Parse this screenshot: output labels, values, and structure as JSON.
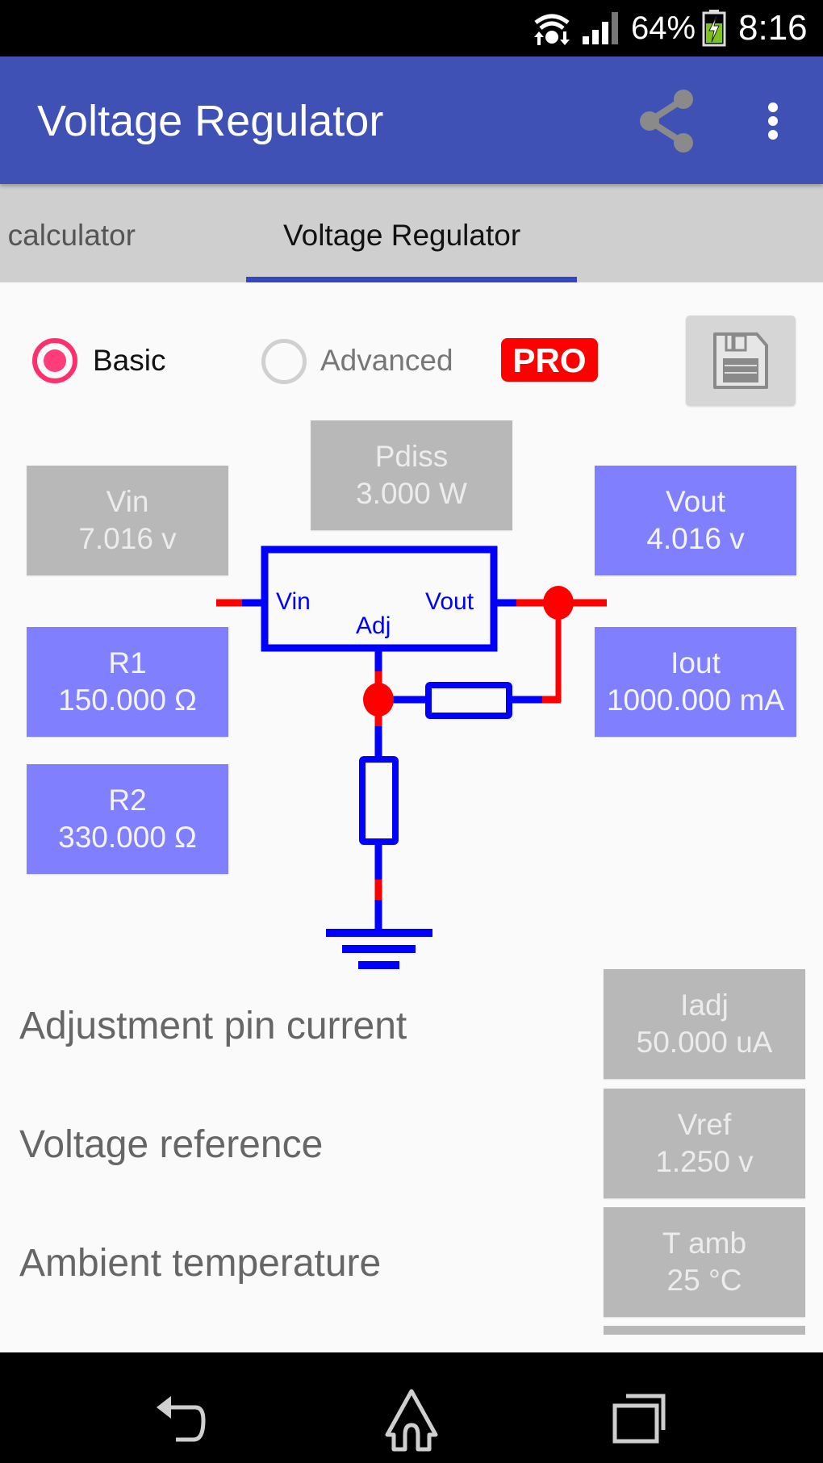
{
  "status_bar": {
    "battery_percent": "64%",
    "time": "8:16",
    "icons": [
      "wifi-icon",
      "signal-icon",
      "battery-charging-icon"
    ]
  },
  "app_bar": {
    "title": "Voltage Regulator",
    "actions": [
      "share-icon",
      "overflow-menu-icon"
    ],
    "color": "#3f51b5"
  },
  "tabs": [
    {
      "label": "calculator",
      "active": false
    },
    {
      "label": "Voltage Regulator",
      "active": true
    }
  ],
  "mode": {
    "options": [
      {
        "label": "Basic",
        "selected": true
      },
      {
        "label": "Advanced",
        "selected": false
      }
    ],
    "pro_badge": "PRO",
    "save_icon": "floppy-disk-icon"
  },
  "circuit": {
    "pdiss": {
      "name": "Pdiss",
      "value": "3.000 W"
    },
    "vin": {
      "name": "Vin",
      "value": "7.016 v"
    },
    "vout": {
      "name": "Vout",
      "value": "4.016 v"
    },
    "r1": {
      "name": "R1",
      "value": "150.000 Ω"
    },
    "iout": {
      "name": "Iout",
      "value": "1000.000 mA"
    },
    "r2": {
      "name": "R2",
      "value": "330.000 Ω"
    },
    "regulator_pins": {
      "vin": "Vin",
      "vout": "Vout",
      "adj": "Adj"
    },
    "colors": {
      "wire": "#0000ff",
      "node": "#ff0000",
      "input_box": "#8080ff",
      "output_box": "#b8b8b8"
    }
  },
  "parameters": [
    {
      "label": "Adjustment pin current",
      "name": "Iadj",
      "value": "50.000 uA"
    },
    {
      "label": "Voltage reference",
      "name": "Vref",
      "value": "1.250 v"
    },
    {
      "label": "Ambient temperature",
      "name": "T amb",
      "value": "25 °C"
    }
  ],
  "nav_bar": {
    "buttons": [
      "back-icon",
      "home-icon",
      "recents-icon"
    ]
  }
}
